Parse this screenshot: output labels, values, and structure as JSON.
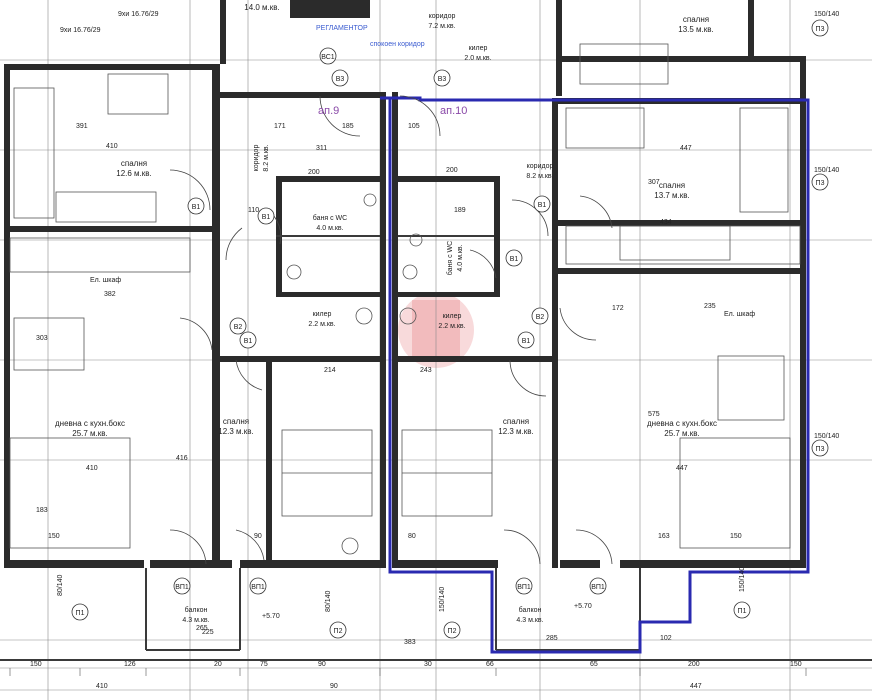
{
  "apartments": [
    {
      "label": "ап.9"
    },
    {
      "label": "ап.10"
    }
  ],
  "rooms": [
    {
      "name": "спалня",
      "area": "12.6 м.кв."
    },
    {
      "name": "коридор",
      "area": "8.2 м.кв."
    },
    {
      "name": "баня с WC",
      "area": "4.0 м.кв."
    },
    {
      "name": "килер",
      "area": "2.2 м.кв."
    },
    {
      "name": "дневна с кухн.бокс",
      "area": "25.7 м.кв."
    },
    {
      "name": "спалня",
      "area": "12.3 м.кв."
    },
    {
      "name": "балкон",
      "area": "4.3 м.кв."
    },
    {
      "name": "коридор",
      "area": "8.2 м.кв."
    },
    {
      "name": "баня с WC",
      "area": "4.0 м.кв."
    },
    {
      "name": "килер",
      "area": "2.2 м.кв."
    },
    {
      "name": "спалня",
      "area": "12.3 м.кв."
    },
    {
      "name": "спалня",
      "area": "13.7 м.кв."
    },
    {
      "name": "дневна с кухн.бокс",
      "area": "25.7 м.кв."
    },
    {
      "name": "балкон",
      "area": "4.3 м.кв."
    },
    {
      "name": "спалня",
      "area": "13.5 м.кв."
    },
    {
      "name": "коридор",
      "area": "7.2 м.кв."
    },
    {
      "name": "килер",
      "area": "2.0 м.кв."
    },
    {
      "name": "",
      "area": "14.0 м.кв."
    }
  ],
  "door_tags": [
    "В1",
    "В1",
    "В2",
    "В1",
    "В1",
    "В1",
    "В2",
    "В1",
    "ВП1",
    "ВП1",
    "ВП1",
    "ВП1",
    "В3",
    "В3",
    "ВС1"
  ],
  "window_tags": [
    "П3",
    "П3",
    "П3",
    "П1",
    "П2",
    "П2",
    "П1"
  ],
  "window_sizes": [
    "150/140",
    "150/140",
    "150/140",
    "80/140",
    "80/140",
    "150/140",
    "150/140"
  ],
  "level_marks": [
    "+5.70",
    "+5.70"
  ],
  "dims_top": [
    "14.0 м.кв.",
    "9хи 16.76/29",
    "9хи 16.76/29"
  ],
  "bottom_dims": [
    "150",
    "126",
    "20",
    "75",
    "90",
    "30",
    "66",
    "383",
    "65",
    "225",
    "200",
    "150"
  ],
  "bottom_dims2": [
    "410",
    "90",
    "447"
  ],
  "interior_dims": [
    "391",
    "410",
    "382",
    "303",
    "410",
    "416",
    "183",
    "150",
    "311",
    "200",
    "171",
    "185",
    "105",
    "110",
    "189",
    "200",
    "172",
    "235",
    "447",
    "307",
    "434",
    "575",
    "447",
    "163",
    "150",
    "214",
    "243",
    "90",
    "80",
    "265",
    "285",
    "102"
  ],
  "labels_misc": [
    "РЕГЛАМЕНТОР",
    "спокоен коридор",
    "Ел. шкаф"
  ]
}
